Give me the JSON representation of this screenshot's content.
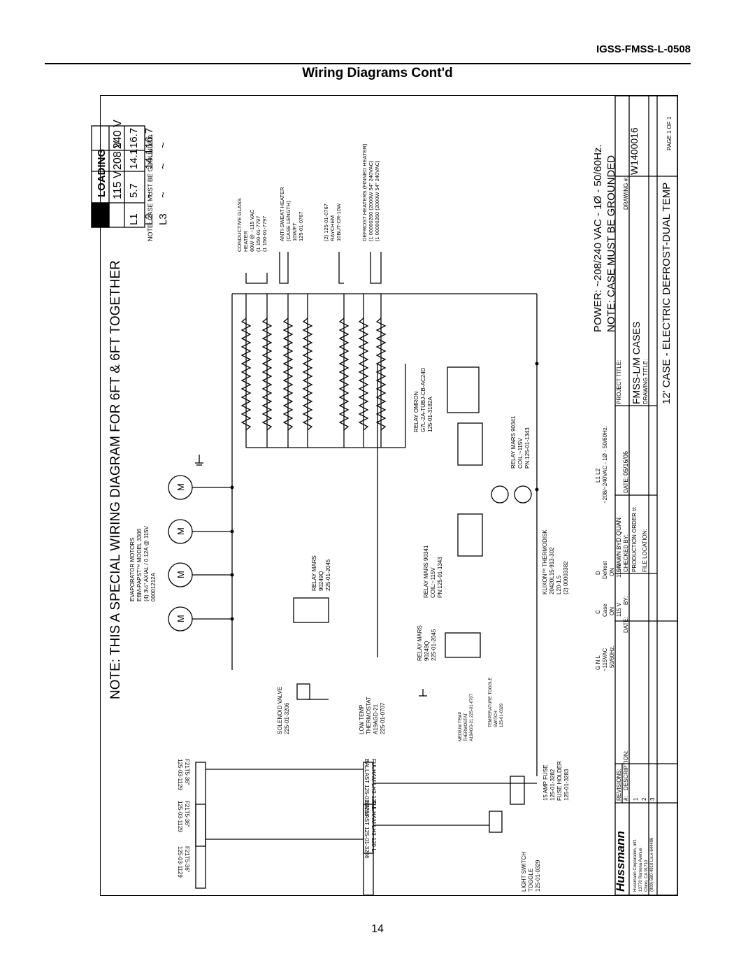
{
  "header": {
    "doc_id": "IGSS-FMSS-L-0508",
    "page_title": "Wiring Diagrams Cont'd",
    "page_number": "14"
  },
  "diagram": {
    "main_note": "NOTE: THIS A SPECIAL WIRING DIAGRAM FOR 6FT & 6FT TOGETHER",
    "loading": {
      "title": "LOADING",
      "columns": [
        "115 V",
        "208 V",
        "240 V"
      ],
      "rows": [
        {
          "label": "L1",
          "values": [
            "5.7",
            "14.1",
            "16.7"
          ]
        },
        {
          "label": "L2",
          "values": [
            "~",
            "14.1",
            "16.7"
          ]
        },
        {
          "label": "L3",
          "values": [
            "~",
            "~",
            "~"
          ]
        }
      ],
      "note": "NOTE: CASE MUST BE GROUNDED"
    },
    "heaters": {
      "conductive_glass": [
        "CONDUCTIVE GLASS",
        "HEATER",
        "60W @ ~115 VAC",
        "(1   150-01-7797",
        "(1   150-01-7797"
      ],
      "anti_sweat": [
        "ANTI-SWEAT HEATER",
        "(CASE LENGTH)",
        "10W/FT",
        "125-01-0767"
      ],
      "raychem": [
        "(2)  125-01-0767",
        "RAYCHEM",
        "10BUT-CR-10W"
      ],
      "defrost": [
        "DEFROST HEATERS (FINNED HEATER)",
        "(1  00000260  (2000W 54\" 240VAC)",
        "(1  00000260  (2000W 54\" 240VAC)"
      ]
    },
    "evaporator_motors": [
      "EVAPORATOR MOTORS",
      "EBM-PAPST™ MODEL 3306",
      "(4) 3½\" AXIAL / 0.12A @ 115V",
      "00001212A"
    ],
    "motor_symbol": "M",
    "relay_mars_1": [
      "RELAY MARS",
      "90249Q",
      "225-01-2045"
    ],
    "relay_mars_2": [
      "RELAY MARS",
      "90249Q",
      "225-01-2045"
    ],
    "relay_mars_90341_a": [
      "RELAY MARS 90341",
      "COIL:~115V",
      "PN:125-01-1343"
    ],
    "relay_mars_90341_b": [
      "RELAY MARS 90341",
      "COIL:~115V",
      "PN:125-01-1343"
    ],
    "relay_omron": [
      "RELAY OMRON",
      "G7L-2A-TUBJ-CB-AC24D",
      "125-01-3182A"
    ],
    "klixon": [
      "KLIXON™ THERMODISK",
      "20420L15-913-302",
      "L20-1.5",
      "(2)   00003382"
    ],
    "solenoid": [
      "SOLENOID VALVE",
      "225-01-3206"
    ],
    "low_temp_thermostat": [
      "LOW TEMP",
      "THERMOSTAT",
      "A19AGD-21",
      "225-01-0707"
    ],
    "medium_temp_thermostat": [
      "MEDIUM TEMP",
      "THERMOSTAT",
      "A19AGD-21  225-01-0707"
    ],
    "temperature_toggle": [
      "TEMPERATURE TOGGLE",
      "SWITCH",
      "125-01-0329"
    ],
    "lamps": [
      "F21T5-36\"",
      "125-03-1129"
    ],
    "ballast": "BALLAST 125-01-3266",
    "fulham": "FULHAM LH3-120-L",
    "light_switch": [
      "LIGHT SWITCH",
      "TOGGLE",
      "125-01-0329"
    ],
    "fuse": [
      "15 AMP FUSE",
      "125-01-3282",
      "FUSE HOLDER",
      "125-01-3283"
    ],
    "power_terminals": {
      "gnl": [
        "G N L",
        "~115VAC",
        "50/60Hz."
      ],
      "c": [
        "C",
        "Case",
        "ON",
        "115 V"
      ],
      "d": [
        "D",
        "Defrost",
        "ON",
        "115 V"
      ],
      "l1l2": [
        "L1 L2",
        "~208/~240VAC - 1Ø - 50/60Hz."
      ]
    },
    "power_note": "POWER: ~208/240 VAC - 1Ø - 50/60Hz.",
    "ground_note": "NOTE: CASE MUST BE GROUNDED"
  },
  "title_block": {
    "company": "Hussmann",
    "address": [
      "Hussmann Corporation, Int'l.",
      "13770 Ramona Avenue",
      "Chino, CA  91710",
      "(909)-590-4910   Lic.# 644406"
    ],
    "revisions_label": "REVISIONS:",
    "rev_headers": [
      "#:",
      "DESCRIPTION:",
      "DATE:",
      "BY:"
    ],
    "rev_numbers": [
      "1",
      "2",
      "3"
    ],
    "drawn_by_label": "DRAWN BY:",
    "drawn_by": "D.QUAN",
    "checked_by_label": "CHECKED BY:",
    "date_label": "DATE:",
    "date": "05/16/06",
    "production_order_label": "PRODUCTION ORDER #:",
    "file_location_label": "FILE LOCATION:",
    "project_title_label": "PROJECT TITLE:",
    "project_title": "FMSS-L/M CASES",
    "drawing_title_label": "DRAWING TITLE:",
    "drawing_title": "12' CASE - ELECTRIC DEFROST-DUAL TEMP",
    "drawing_num_label": "DRAWING #:",
    "drawing_num": "W1400016",
    "page": "PAGE  1  OF  1"
  }
}
